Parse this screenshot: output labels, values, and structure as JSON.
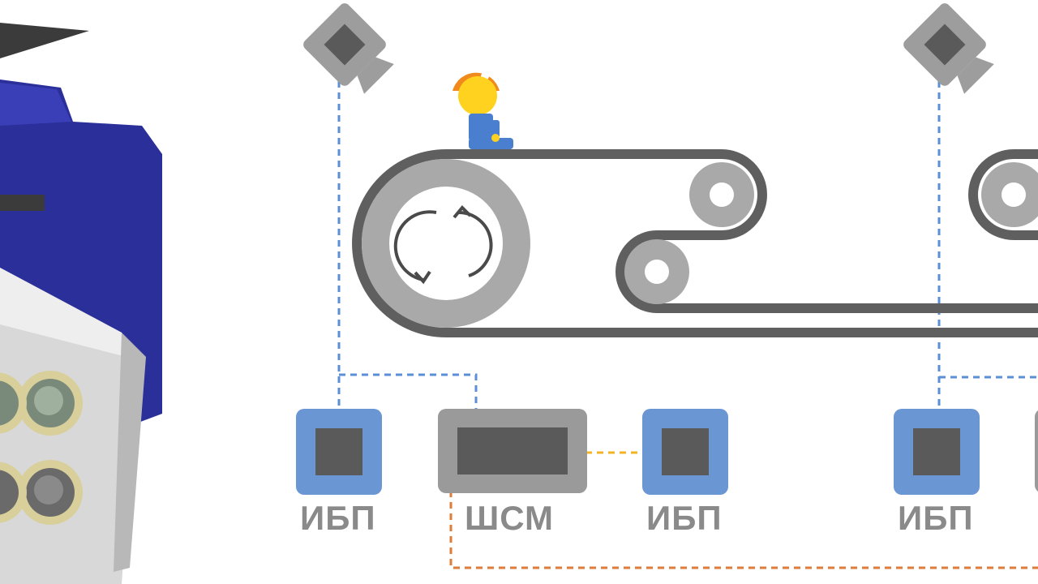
{
  "labels": {
    "ups_1": "ИБП",
    "cabinet": "ШСМ",
    "ups_2": "ИБП",
    "ups_3": "ИБП"
  },
  "colors": {
    "ups_block": "#6b96d4",
    "cabinet_block": "#9a9a9a",
    "inner_block": "#5a5a5a",
    "belt": "#5f5f5f",
    "pulley": "#a9a9a9",
    "camera": "#9d9d9d",
    "signal_line": "#5b8fd6",
    "power_line": "#f0b429",
    "network_line": "#e07b39",
    "device_blue": "#2b2f9a",
    "housing_grey": "#d8d8d8",
    "lens_ring": "#d8cf9a",
    "label_text": "#8a8a8a"
  },
  "icons": [
    "camera-icon",
    "worker-icon",
    "rotation-icon"
  ]
}
